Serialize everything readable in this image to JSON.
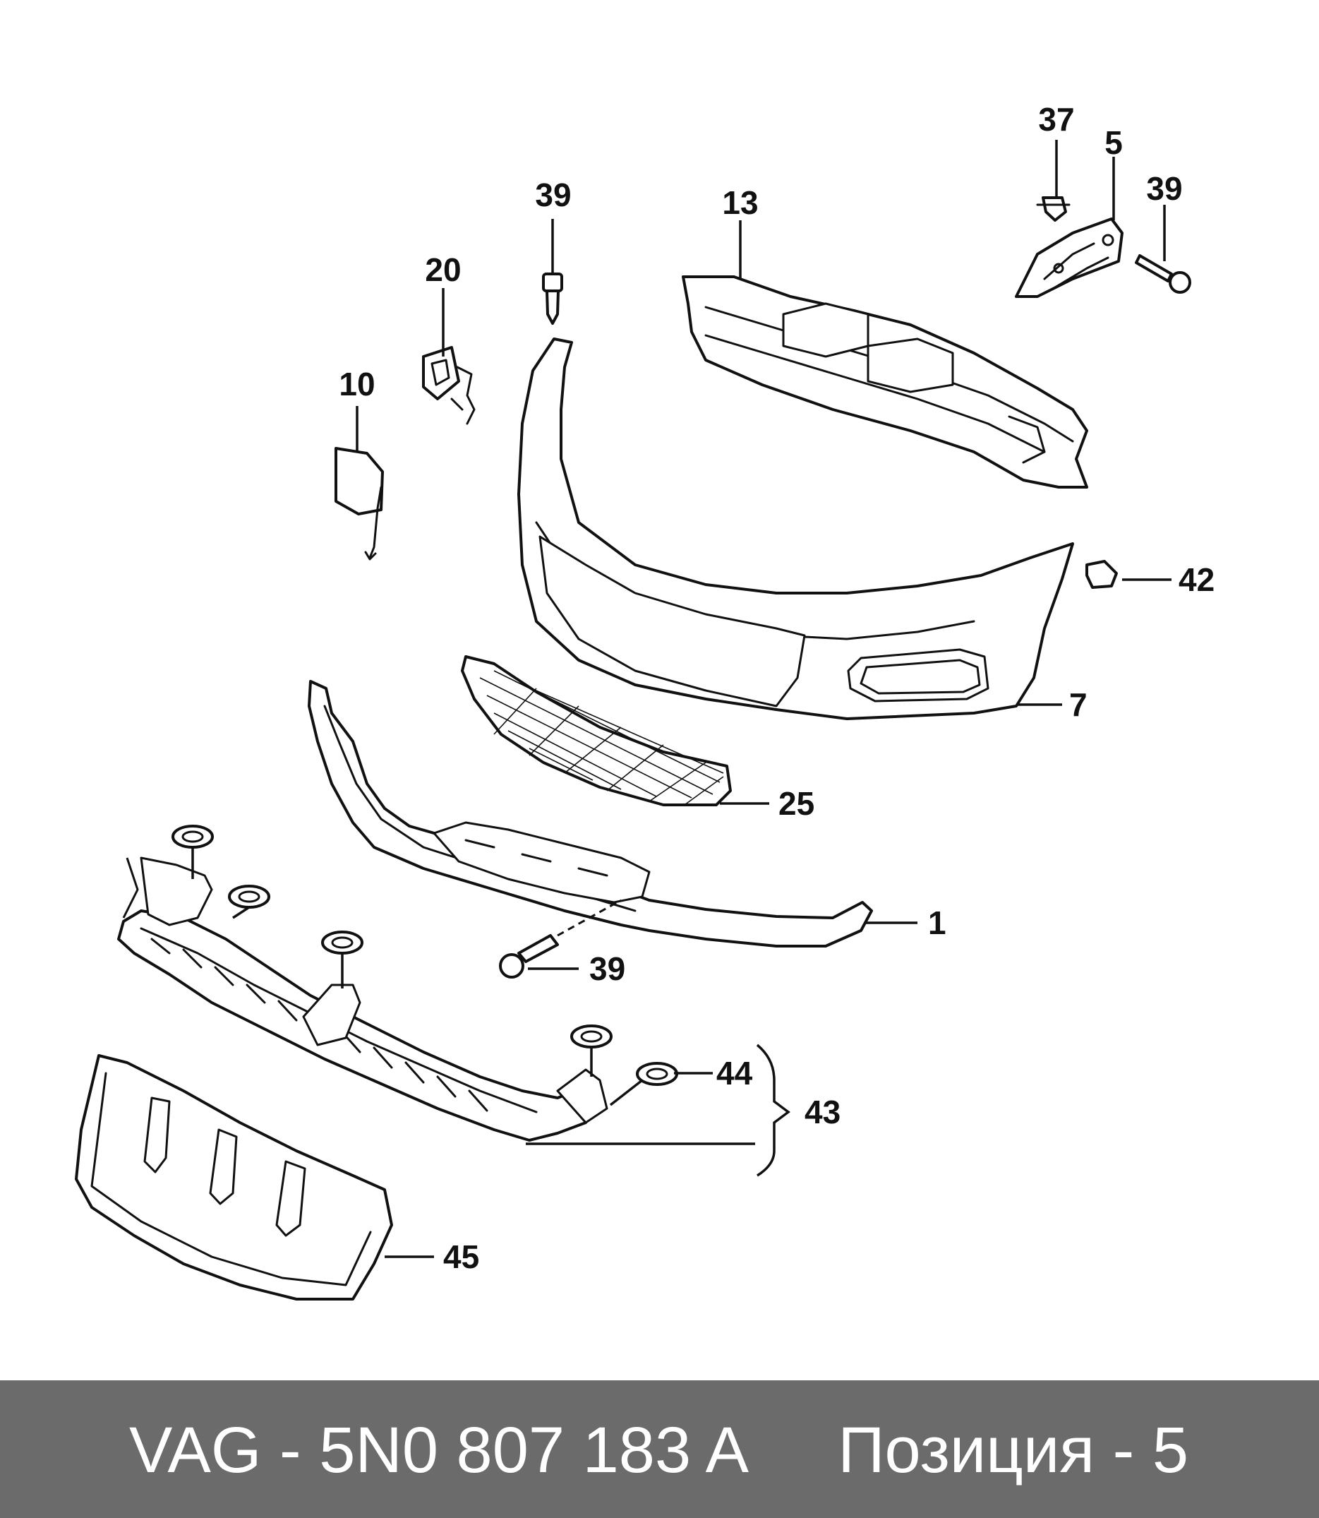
{
  "callouts": {
    "c37": "37",
    "c5": "5",
    "c39a": "39",
    "c39b": "39",
    "c13": "13",
    "c20": "20",
    "c10": "10",
    "c42": "42",
    "c7": "7",
    "c25": "25",
    "c1": "1",
    "c39c": "39",
    "c44": "44",
    "c43": "43",
    "c45": "45"
  },
  "footer": {
    "part_code": "VAG - 5N0 807 183 A",
    "position": "Позиция - 5"
  },
  "colors": {
    "footer_background": "#6b6b6b",
    "footer_text": "#ffffff",
    "line_art": "#111111"
  }
}
